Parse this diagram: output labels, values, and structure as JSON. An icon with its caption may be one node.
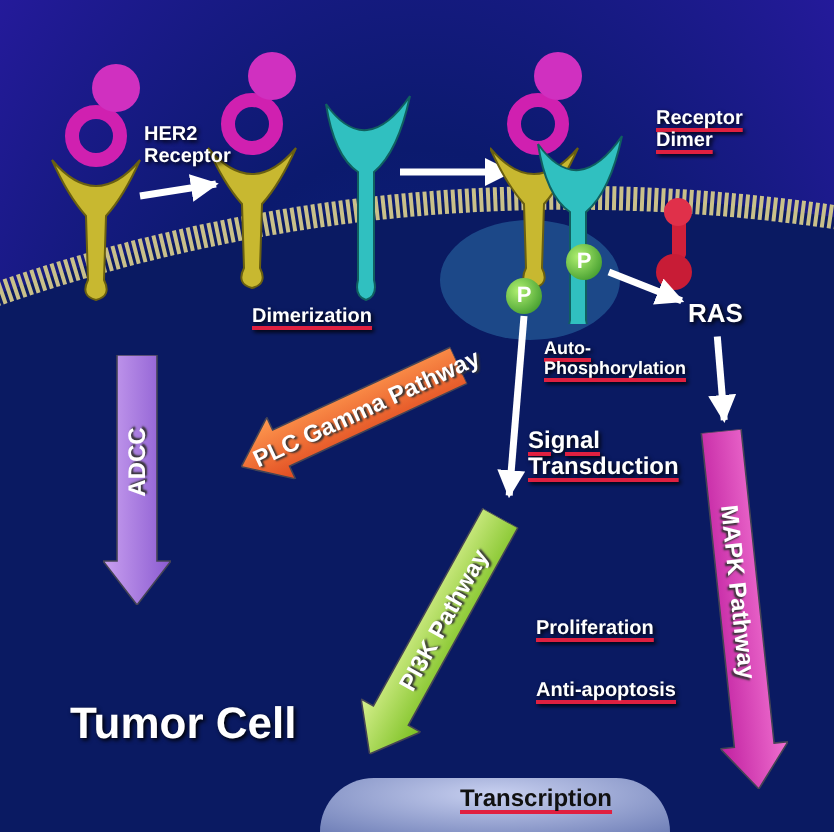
{
  "diagram": {
    "nodes": [
      {
        "text": [],
        "shape": "picture"
      },
      {
        "text": [],
        "shape": "picture"
      },
      {
        "text": [],
        "shape": "picture"
      },
      {
        "text": [
          "RAS"
        ]
      },
      {
        "text": [
          "P"
        ],
        "in": 2
      },
      {
        "text": [
          "P"
        ],
        "in": 2
      },
      {
        "text": [
          "ADCC"
        ]
      },
      {
        "text": [
          "PLC Gamma Pathway"
        ]
      },
      {
        "text": [
          "PI3K Pathway"
        ]
      },
      {
        "text": [
          "MAPK Pathway"
        ]
      },
      {
        "text": [
          "Transcription"
        ]
      }
    ],
    "edges": [
      {
        "from": 0,
        "to": 1,
        "arrow": "to"
      },
      {
        "from": 1,
        "to": 2,
        "arrow": "to"
      },
      {
        "from": 5,
        "to": 3,
        "arrow": "to"
      },
      {
        "from": 3,
        "to": 9,
        "arrow": "to"
      },
      {
        "from": 4,
        "to": 8,
        "arrow": "to"
      }
    ],
    "labels": [
      "HER2 Receptor",
      "Receptor Dimer",
      "Dimerization",
      "Auto-Phosphorylation",
      "Signal Transduction",
      "Proliferation",
      "Anti-apoptosis",
      "Tumor Cell"
    ]
  }
}
